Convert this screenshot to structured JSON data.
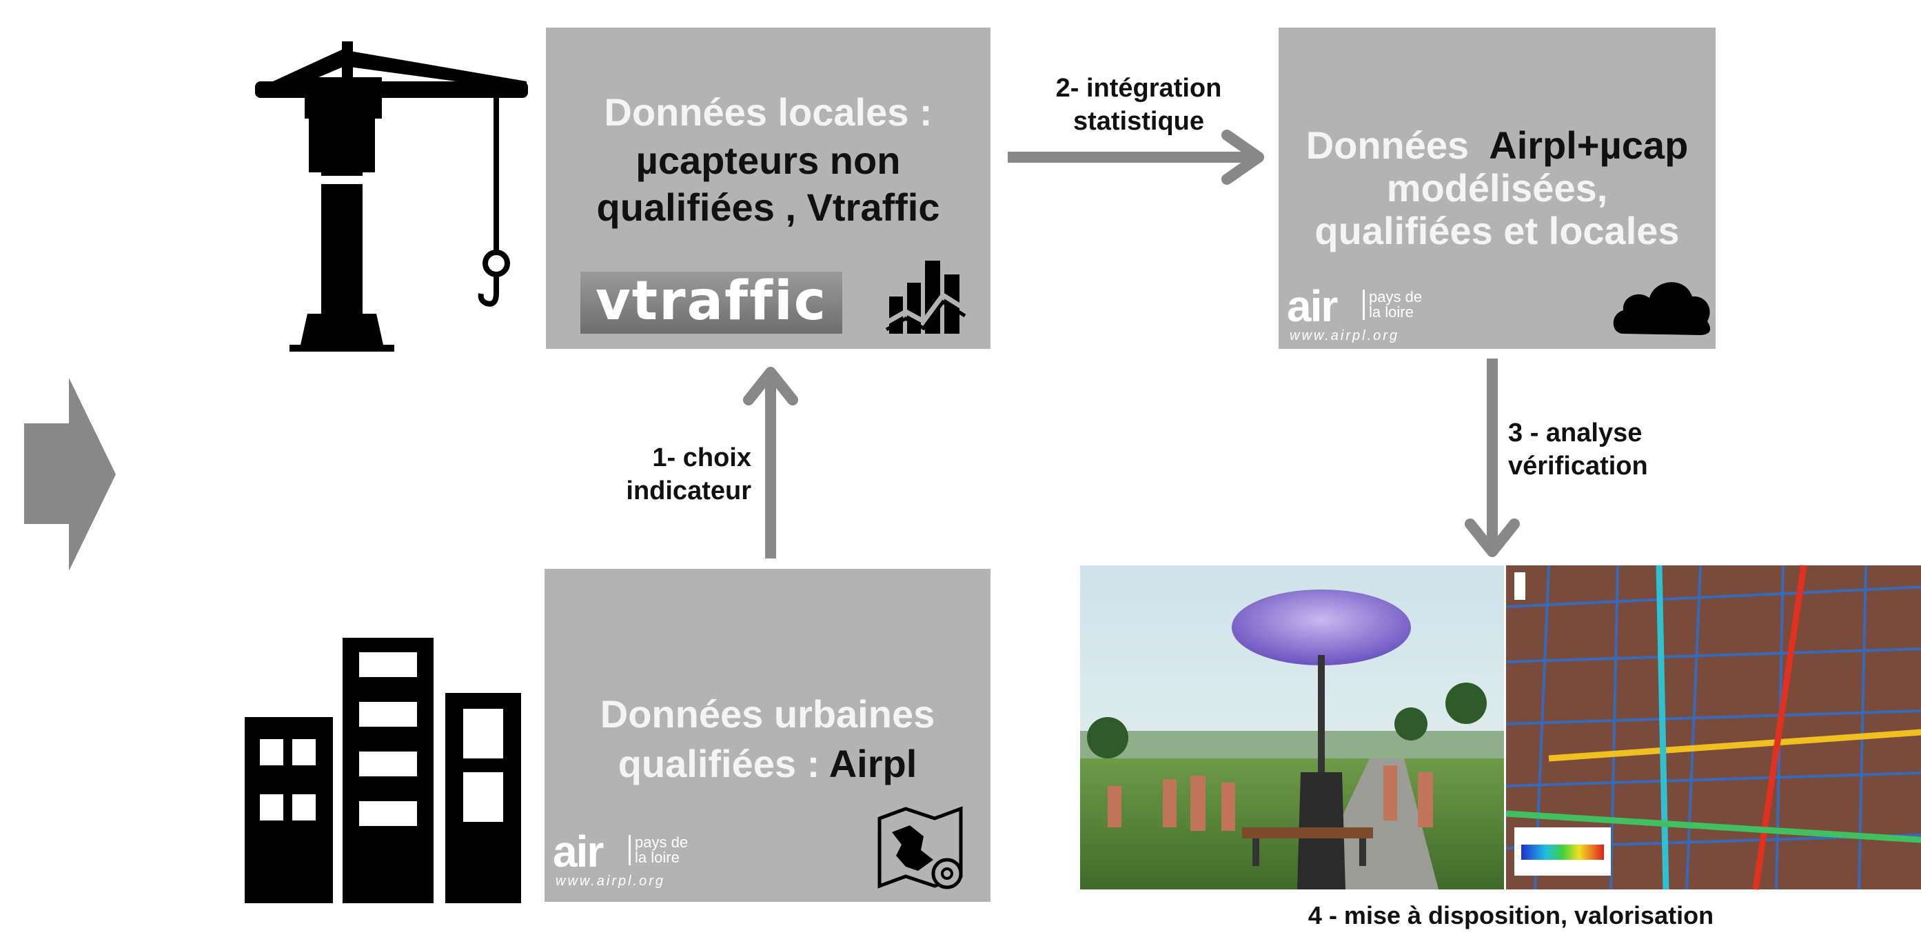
{
  "boxes": {
    "local": {
      "line1": "Données locales :",
      "line2": "µcapteurs non",
      "line3": "qualifiées , Vtraffic",
      "logo": "vtraffic"
    },
    "airpl_model": {
      "line1a": "Données",
      "line1b": "Airpl+µcap",
      "line2": "modélisées,",
      "line3": "qualifiées et locales"
    },
    "urban": {
      "line1": "Données urbaines",
      "line2a": "qualifiées :",
      "line2b": "Airpl"
    }
  },
  "air_logo": {
    "word": "air",
    "pays1": "pays de",
    "pays2": "la loire",
    "url": "www.airpl.org"
  },
  "labels": {
    "step1": {
      "line1": "1- choix",
      "line2": "indicateur"
    },
    "step2": {
      "line1": "2- intégration",
      "line2": "statistique"
    },
    "step3": {
      "line1": "3 - analyse",
      "line2": "vérification"
    },
    "step4": "4 - mise à disposition, valorisation"
  },
  "icons": {
    "crane": "crane-icon",
    "buildings": "buildings-icon",
    "chart": "bar-chart-icon",
    "cloud": "cloud-icon",
    "map_settings": "map-gear-icon",
    "big_arrow": "arrow-right-icon"
  },
  "colors": {
    "box": "#b3b3b3",
    "arrow": "#888888",
    "icon": "#000000"
  }
}
